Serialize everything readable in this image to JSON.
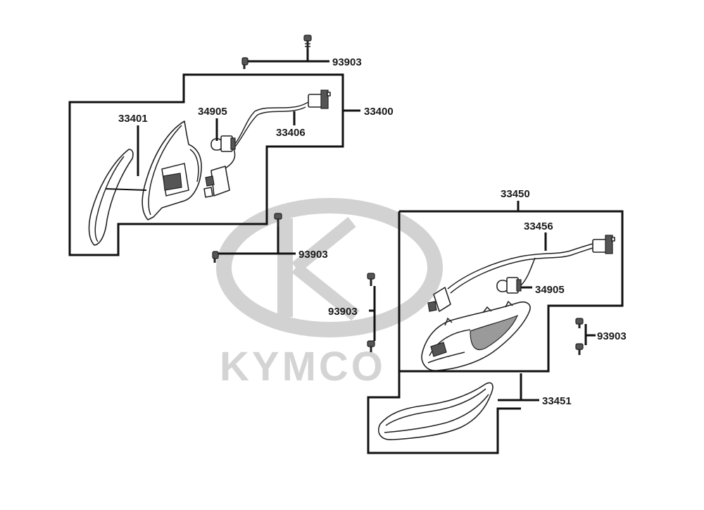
{
  "watermark": {
    "brand": "KYMCO"
  },
  "labels": {
    "screw_top": "93903",
    "assembly_left": "33400",
    "lens_left": "33401",
    "bulb_left": "34905",
    "harness_left": "33406",
    "screw_middle": "93903",
    "assembly_right": "33450",
    "harness_right": "33456",
    "bulb_right": "34905",
    "screw_right_side": "93903",
    "screw_left_side": "93903",
    "lens_right": "33451"
  }
}
